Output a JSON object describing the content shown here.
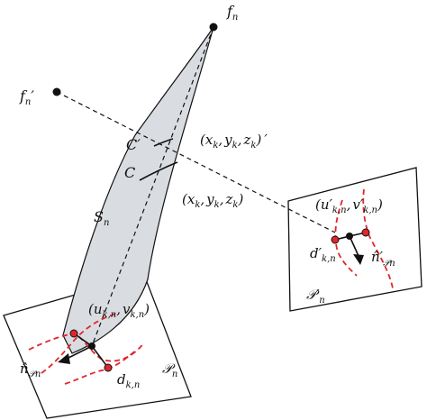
{
  "labels": {
    "fn": "f",
    "fn_sub": "n",
    "fn_prime": "f",
    "fn_prime_sub": "n",
    "fn_prime_mark": "′",
    "c_prime": "C′",
    "c": "C",
    "point_prime": "(x",
    "point_prime_full": "(x_k, y_k, z_k)′",
    "xk": "(x",
    "k": "k",
    "yk": "y",
    "zk": "z",
    "comma": ",",
    "close": ")",
    "prime": "′",
    "s": "S",
    "s_sub": "n",
    "uv_prime_u": "(u′",
    "uv_prime_sub": "k,n",
    "uv_prime_v": "v′",
    "d_prime": "d′",
    "d_prime_sub": "k,n",
    "n_prime": "n̂′",
    "n_prime_sub": "𝒫n",
    "p_prime": "𝒫′",
    "p_prime_sub": "n",
    "uv_u": "(u",
    "uv_sub": "k,n",
    "uv_v": "v",
    "n_hat": "n̂",
    "n_hat_sub": "𝒫n",
    "d": "d",
    "d_sub": "k,n",
    "p": "𝒫",
    "p_sub": "n"
  },
  "colors": {
    "surface_fill": "#d9dde2",
    "line": "#111111",
    "curve": "#e0262b"
  }
}
